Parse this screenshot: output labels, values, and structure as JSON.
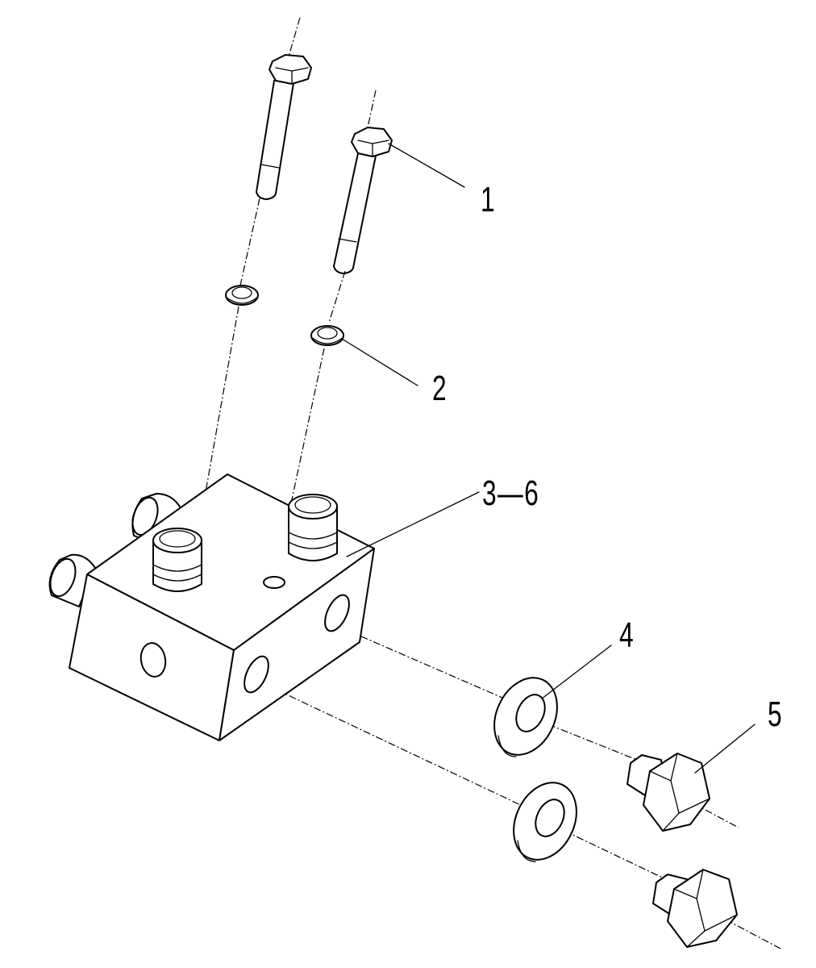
{
  "callouts": [
    {
      "id": "bolt",
      "label": "1"
    },
    {
      "id": "washer",
      "label": "2"
    },
    {
      "id": "block",
      "label": "3—6"
    },
    {
      "id": "seal-washer",
      "label": "4"
    },
    {
      "id": "plug",
      "label": "5"
    }
  ],
  "colors": {
    "line": "#000000",
    "background": "#ffffff"
  }
}
